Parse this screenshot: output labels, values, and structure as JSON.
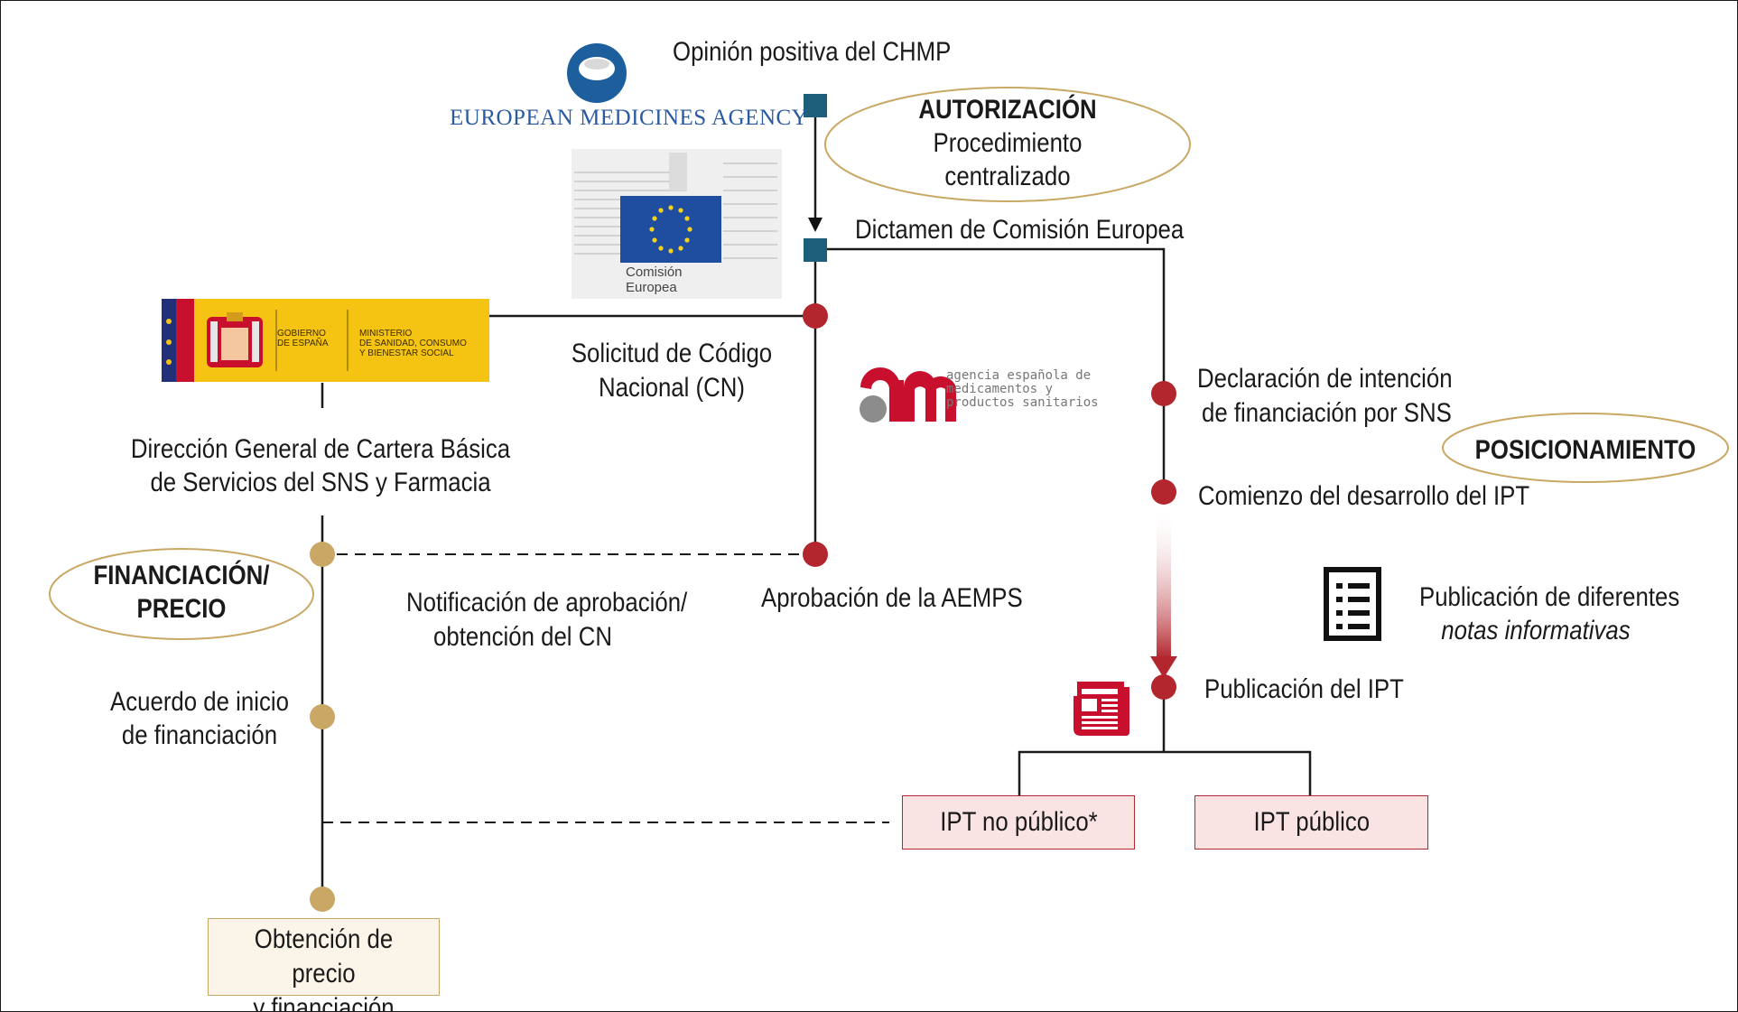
{
  "nodes": {
    "chmp": "Opinión positiva del CHMP",
    "ec_decision": "Dictamen de Comisión Europea",
    "cn_request": [
      "Solicitud de Código",
      "Nacional (CN)"
    ],
    "dg_cartera": [
      "Dirección General de Cartera Básica",
      "de Servicios del SNS y Farmacia"
    ],
    "aemps_approval": "Aprobación de la AEMPS",
    "cn_notification": [
      "Notificación de aprobación/",
      "obtención del CN"
    ],
    "funding_start": [
      "Acuerdo de inicio",
      "de financiación"
    ],
    "price_funding": [
      "Obtención de precio",
      "y financiación"
    ],
    "sns_intention": [
      "Declaración de intención",
      "de financiación por SNS"
    ],
    "ipt_start": "Comienzo del desarrollo del IPT",
    "info_notes": [
      "Publicación de diferentes",
      "notas informativas"
    ],
    "ipt_publication": "Publicación del IPT",
    "ipt_private": "IPT no público*",
    "ipt_public": "IPT público"
  },
  "phases": {
    "authorization_title": "AUTORIZACIÓN",
    "authorization_sub": [
      "Procedimiento",
      "centralizado"
    ],
    "positioning": "POSICIONAMIENTO",
    "financing": [
      "FINANCIACIÓN/",
      "PRECIO"
    ]
  },
  "logos": {
    "ema": "EUROPEAN MEDICINES AGENCY",
    "ec": [
      "Comisión",
      "Europea"
    ],
    "gov_left": [
      "GOBIERNO",
      "DE ESPAÑA"
    ],
    "gov_right": [
      "MINISTERIO",
      "DE SANIDAD, CONSUMO",
      "Y BIENESTAR SOCIAL"
    ],
    "aemps": [
      "agencia española de",
      "medicamentos y",
      "productos sanitarios"
    ]
  },
  "colors": {
    "teal": "#1d5f7a",
    "red": "#b3262e",
    "gold": "#c9a866",
    "line": "#1a1a1a"
  },
  "icons": [
    "document-list-icon",
    "newspaper-icon"
  ]
}
